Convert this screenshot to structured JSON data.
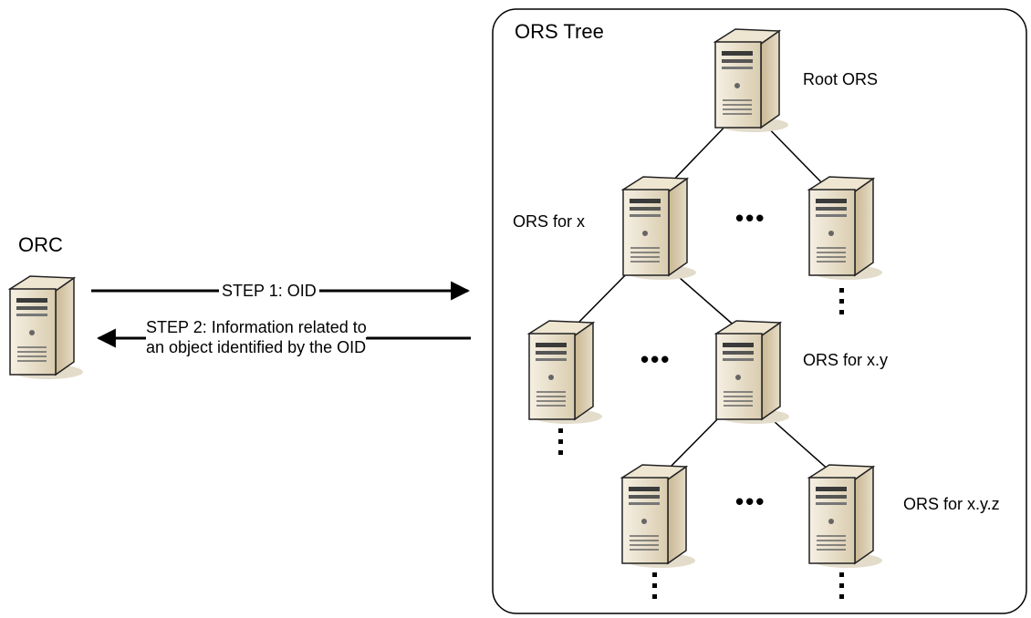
{
  "diagram": {
    "tree_box": {
      "title": "ORS Tree"
    },
    "client": {
      "label": "ORC"
    },
    "arrows": {
      "step1": "STEP 1: OID",
      "step2_line1": "STEP 2: Information related to",
      "step2_line2": "an object identified by the OID"
    },
    "nodes": {
      "root": "Root ORS",
      "x": "ORS for x",
      "xy": "ORS for x.y",
      "xyz": "ORS for x.y.z"
    },
    "ellipsis": "•••"
  }
}
